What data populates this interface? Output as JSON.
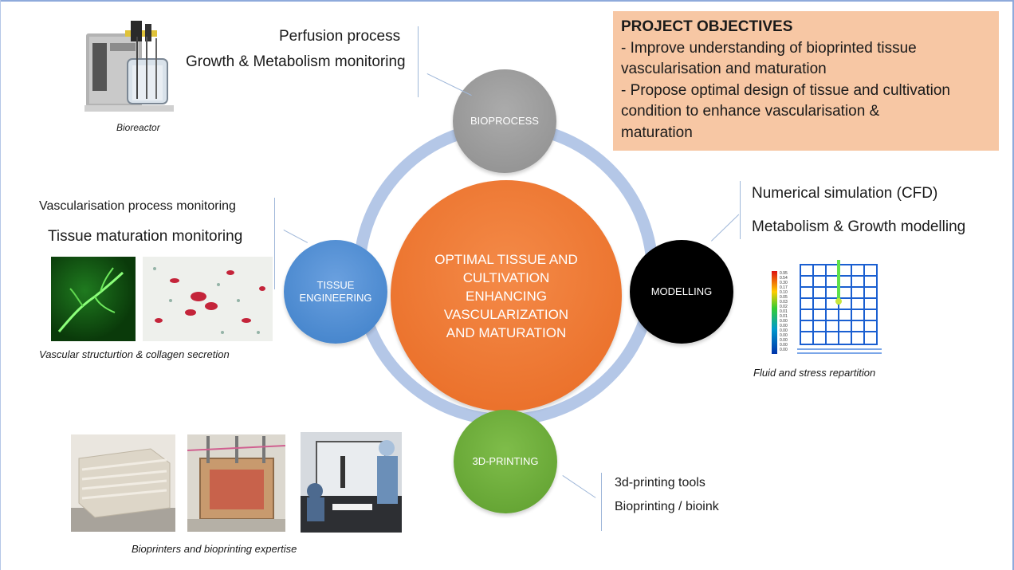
{
  "objectives": {
    "title": "PROJECT OBJECTIVES",
    "lines": [
      "- Improve understanding of bioprinted tissue",
      "vascularisation and maturation",
      "- Propose optimal design of tissue and cultivation",
      "condition to enhance vascularisation &",
      "maturation"
    ]
  },
  "center": {
    "lines": [
      "OPTIMAL TISSUE AND",
      "CULTIVATION",
      "ENHANCING",
      "VASCULARIZATION",
      "AND MATURATION"
    ]
  },
  "nodes": {
    "bioprocess": "BIOPROCESS",
    "tissue_line1": "TISSUE",
    "tissue_line2": "ENGINEERING",
    "modelling": "MODELLING",
    "printing": "3D-PRINTING"
  },
  "bioprocess_labels": {
    "line1": "Perfusion process",
    "line2": "Growth & Metabolism monitoring",
    "caption": "Bioreactor"
  },
  "tissue_labels": {
    "line1": "Vascularisation process monitoring",
    "line2": "Tissue maturation monitoring",
    "caption": "Vascular structurtion & collagen secretion"
  },
  "modelling_labels": {
    "line1": "Numerical simulation (CFD)",
    "line2": "Metabolism & Growth modelling",
    "caption": "Fluid and stress repartition",
    "scale_values": [
      "0.95",
      "0.54",
      "0.30",
      "0.17",
      "0.10",
      "0.05",
      "0.03",
      "0.02",
      "0.01",
      "0.01",
      "0.00",
      "0.00",
      "0.00",
      "0.00",
      "0.00",
      "0.00",
      "0.00"
    ]
  },
  "printing_labels": {
    "line1": "3d-printing tools",
    "line2": "Bioprinting / bioink",
    "caption": "Bioprinters and bioprinting expertise"
  },
  "colors": {
    "ring": "#b4c7e7",
    "center": "#e86a23",
    "bioprocess": "#9a9a9a",
    "tissue": "#4a8bd2",
    "modelling": "#000000",
    "printing": "#6aab38",
    "objectives_bg": "#f7c7a4"
  }
}
